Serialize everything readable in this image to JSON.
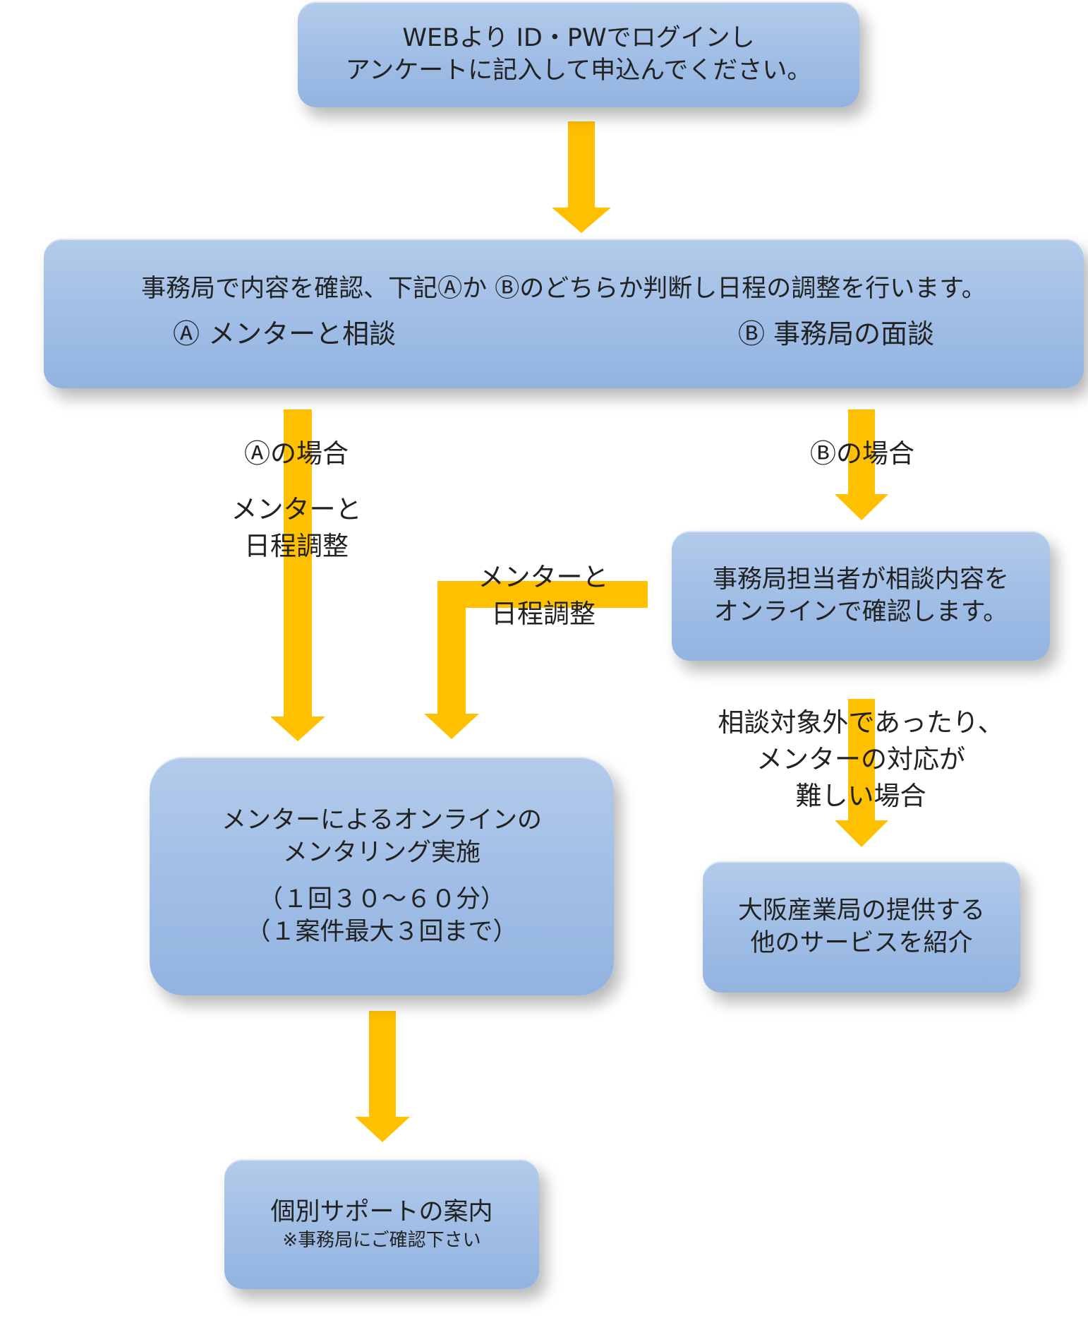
{
  "colors": {
    "box": "#a5c0e6",
    "arrow": "#ffc000"
  },
  "start": {
    "line1": "WEBより ID・PWでログインし",
    "line2": "アンケートに記入して申込んでください。"
  },
  "review": {
    "line1": "事務局で内容を確認、下記Ⓐか Ⓑのどちらか判断し日程の調整を行います。",
    "option_a": "Ⓐ メンターと相談",
    "option_b": "Ⓑ 事務局の面談"
  },
  "branch_a": {
    "case": "Ⓐの場合",
    "note_line1": "メンターと",
    "note_line2": "日程調整"
  },
  "branch_b": {
    "case": "Ⓑの場合"
  },
  "staff_check": {
    "line1": "事務局担当者が相談内容を",
    "line2": "オンラインで確認します。"
  },
  "to_mentor": {
    "line1": "メンターと",
    "line2": "日程調整"
  },
  "mentoring": {
    "line1": "メンターによるオンラインの",
    "line2": "メンタリング実施",
    "line3": "（１回３０～６０分）",
    "line4": "（１案件最大３回まで）"
  },
  "out_of_scope": {
    "line1": "相談対象外であったり、",
    "line2": "メンターの対応が",
    "line3": "難しい場合"
  },
  "other_services": {
    "line1": "大阪産業局の提供する",
    "line2": "他のサービスを紹介"
  },
  "individual_support": {
    "line1": "個別サポートの案内",
    "line2": "※事務局にご確認下さい"
  }
}
